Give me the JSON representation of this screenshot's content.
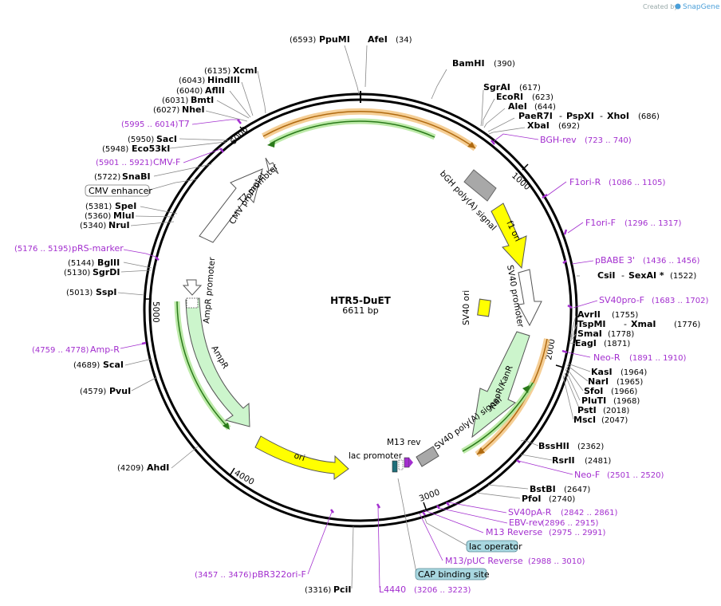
{
  "brand": {
    "prefix": "Created by",
    "name": "SnapGene",
    "color": "#4a9fd9"
  },
  "map": {
    "name": "HTR5-DuET",
    "size_label": "6611 bp",
    "length": 6611
  },
  "colors": {
    "primer": "#a32fcf",
    "ori": "#ffff00",
    "marker": "#ccf5cc",
    "polyA": "#a8a8a8",
    "promoter": "#ffffff",
    "orf_glow": "#f2c27a"
  },
  "ticks": [
    "1000",
    "2000",
    "3000",
    "4000",
    "5000",
    "6000"
  ],
  "enzymes": [
    {
      "pos": "(6593)",
      "name": "PpuMI"
    },
    {
      "pos": "(34)",
      "name": "AfeI"
    },
    {
      "pos": "(390)",
      "name": "BamHI"
    },
    {
      "pos": "(617)",
      "name": "SgrAI"
    },
    {
      "pos": "(623)",
      "name": "EcoRI"
    },
    {
      "pos": "(644)",
      "name": "AleI"
    },
    {
      "pos": "(686)",
      "names": [
        "PaeR7I",
        "PspXI",
        "XhoI"
      ]
    },
    {
      "pos": "(692)",
      "name": "XbaI"
    },
    {
      "pos": "(6135)",
      "name": "XcmI"
    },
    {
      "pos": "(6043)",
      "name": "HindIII"
    },
    {
      "pos": "(6040)",
      "name": "AflII"
    },
    {
      "pos": "(6031)",
      "name": "BmtI"
    },
    {
      "pos": "(6027)",
      "name": "NheI"
    },
    {
      "pos": "(5950)",
      "name": "SacI"
    },
    {
      "pos": "(5948)",
      "name": "Eco53kI"
    },
    {
      "pos": "(5722)",
      "name": "SnaBI"
    },
    {
      "pos": "(5381)",
      "name": "SpeI"
    },
    {
      "pos": "(5360)",
      "name": "MluI"
    },
    {
      "pos": "(5340)",
      "name": "NruI"
    },
    {
      "pos": "(5144)",
      "name": "BglII"
    },
    {
      "pos": "(5130)",
      "name": "SgrDI"
    },
    {
      "pos": "(5013)",
      "name": "SspI"
    },
    {
      "pos": "(4689)",
      "name": "ScaI"
    },
    {
      "pos": "(4579)",
      "name": "PvuI"
    },
    {
      "pos": "(4209)",
      "name": "AhdI"
    },
    {
      "pos": "(3316)",
      "name": "PciI"
    },
    {
      "pos": "(1522)",
      "names": [
        "CsiI",
        "SexAI *"
      ]
    },
    {
      "pos": "(1755)",
      "name": "AvrII"
    },
    {
      "pos": "(1776)",
      "names": [
        "TspMI",
        "XmaI"
      ]
    },
    {
      "pos": "(1778)",
      "name": "SmaI"
    },
    {
      "pos": "(1871)",
      "name": "EagI"
    },
    {
      "pos": "(1964)",
      "name": "KasI"
    },
    {
      "pos": "(1965)",
      "name": "NarI"
    },
    {
      "pos": "(1966)",
      "name": "SfoI"
    },
    {
      "pos": "(1968)",
      "name": "PluTI"
    },
    {
      "pos": "(2018)",
      "name": "PstI"
    },
    {
      "pos": "(2047)",
      "name": "MscI"
    },
    {
      "pos": "(2362)",
      "name": "BssHII"
    },
    {
      "pos": "(2481)",
      "name": "RsrII"
    },
    {
      "pos": "(2647)",
      "name": "BstBI"
    },
    {
      "pos": "(2740)",
      "name": "PfoI"
    }
  ],
  "primers": [
    {
      "name": "T7",
      "range": "(5995 .. 6014)"
    },
    {
      "name": "CMV-F",
      "range": "(5901 .. 5921)"
    },
    {
      "name": "pRS-marker",
      "range": "(5176 .. 5195)"
    },
    {
      "name": "Amp-R",
      "range": "(4759 .. 4778)"
    },
    {
      "name": "BGH-rev",
      "range": "(723 .. 740)"
    },
    {
      "name": "F1ori-R",
      "range": "(1086 .. 1105)"
    },
    {
      "name": "F1ori-F",
      "range": "(1296 .. 1317)"
    },
    {
      "name": "pBABE 3'",
      "range": "(1436 .. 1456)"
    },
    {
      "name": "SV40pro-F",
      "range": "(1683 .. 1702)"
    },
    {
      "name": "Neo-R",
      "range": "(1891 .. 1910)"
    },
    {
      "name": "Neo-F",
      "range": "(2501 .. 2520)"
    },
    {
      "name": "SV40pA-R",
      "range": "(2842 .. 2861)"
    },
    {
      "name": "EBV-rev",
      "range": "(2896 .. 2915)"
    },
    {
      "name": "M13 Reverse",
      "range": "(2975 .. 2991)"
    },
    {
      "name": "M13/pUC Reverse",
      "range": "(2988 .. 3010)"
    },
    {
      "name": "pBR322ori-F",
      "range": "(3457 .. 3476)"
    },
    {
      "name": "L4440",
      "range": "(3206 .. 3223)"
    }
  ],
  "boxed_features": [
    "CMV enhancer",
    "lac operator",
    "CAP binding site"
  ],
  "features": {
    "cmv_promoter": "CMV promoter",
    "t7_promoter": "T7 promoter",
    "bgh": "bGH poly(A) signal",
    "f1_ori": "f1 ori",
    "sv40_promoter": "SV40 promoter",
    "sv40_ori": "SV40 ori",
    "neor": "NeoR/KanR",
    "sv40_polya": "SV40 poly(A) signal",
    "m13_rev": "M13 rev",
    "lac_promoter": "lac promoter",
    "ori": "ori",
    "ampr": "AmpR",
    "ampr_promoter": "AmpR promoter"
  }
}
